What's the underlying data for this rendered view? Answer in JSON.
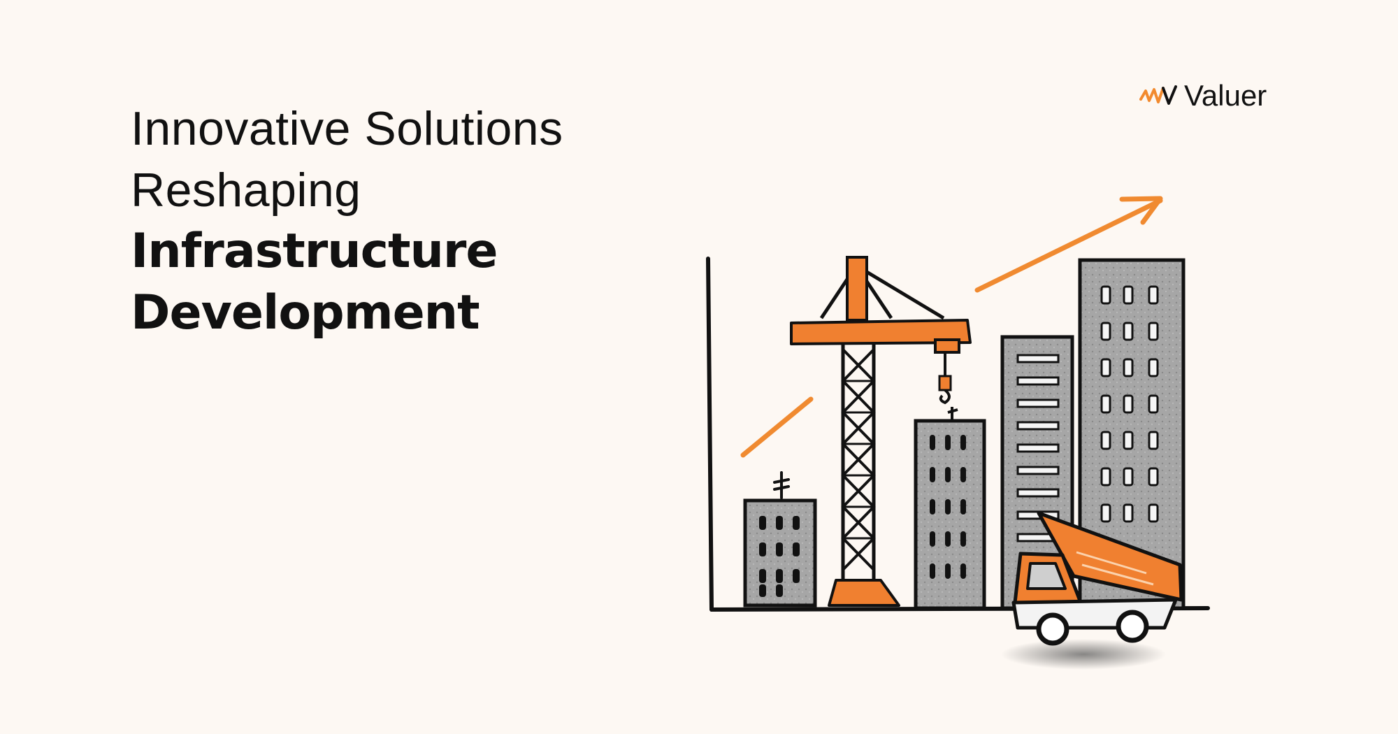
{
  "headline": {
    "line1": "Innovative Solutions",
    "line2": "Reshaping",
    "line3": "Infrastructure",
    "line4": "Development"
  },
  "brand": {
    "name": "Valuer",
    "logo_icon": "wave-logo-icon",
    "accent_color": "#f28a2e"
  },
  "illustration": {
    "icons": [
      "construction-crane-icon",
      "building-icon",
      "dump-truck-icon",
      "growth-arrow-icon",
      "chart-axes-icon"
    ],
    "colors": {
      "orange": "#f08030",
      "gray": "#9a9a9a",
      "line": "#111111",
      "background": "#fdf8f3"
    }
  }
}
